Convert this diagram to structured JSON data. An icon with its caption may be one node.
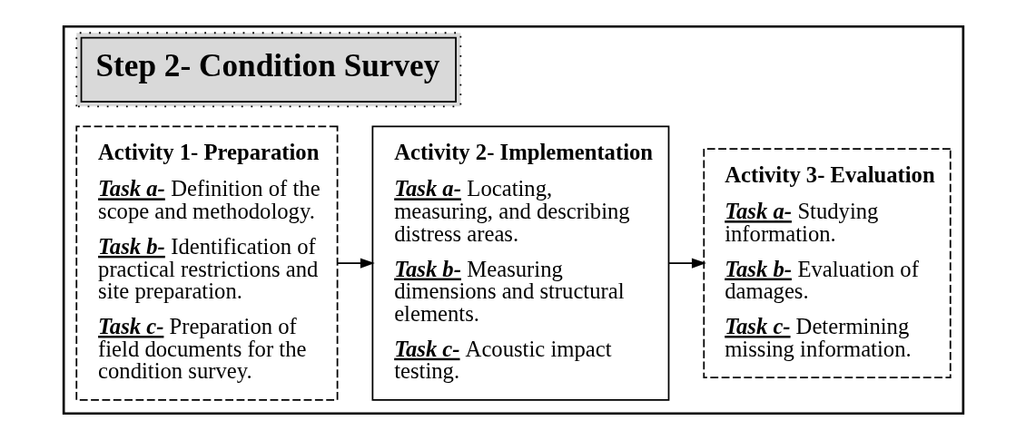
{
  "diagram": {
    "nodes": [
      {
        "text": [
          "Step 2- Condition Survey"
        ]
      },
      {
        "text": [
          "Activity 1- Preparation",
          "**Task a-** Definition of the scope and methodology.",
          "**Task b-** Identification of practical restrictions and site preparation.",
          "**Task c-** Preparation of field documents for the condition survey."
        ],
        "in": 0
      },
      {
        "text": [
          "Activity 2- Implementation",
          "**Task a-** Locating, measuring, and describing distress areas.",
          "**Task b-** Measuring dimensions and structural elements.",
          "**Task c-** Acoustic impact testing."
        ],
        "in": 0
      },
      {
        "text": [
          "Activity 3- Evaluation",
          "**Task a-** Studying information.",
          "**Task b-** Evaluation of damages.",
          "**Task c-** Determining missing information."
        ],
        "in": 0
      }
    ],
    "edges": [
      {
        "from": 1,
        "to": 2,
        "arrow": "to"
      },
      {
        "from": 2,
        "to": 3,
        "arrow": "to"
      }
    ]
  }
}
